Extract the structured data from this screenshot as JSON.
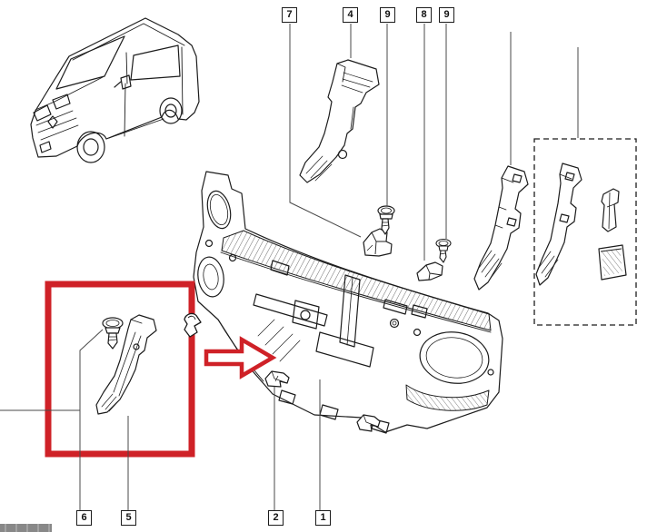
{
  "colors": {
    "background": "#ffffff",
    "line": "#1c1c1c",
    "leader": "#4a4a4a",
    "highlight_red": "#cf2127",
    "watermark_gray": "#8d8d8d"
  },
  "callouts": {
    "top": [
      {
        "label": "7"
      },
      {
        "label": "4"
      },
      {
        "label": "9"
      },
      {
        "label": "8"
      },
      {
        "label": "9"
      }
    ],
    "bottom": [
      {
        "label": "6"
      },
      {
        "label": "5"
      },
      {
        "label": "2"
      },
      {
        "label": "1"
      }
    ]
  },
  "illustrations": [
    {
      "name": "van-three-quarter-view"
    },
    {
      "name": "front-panel-assembly"
    },
    {
      "name": "upper-support-bracket"
    },
    {
      "name": "mounting-foot-clip-left"
    },
    {
      "name": "shoulder-screw-left"
    },
    {
      "name": "mounting-foot-clip-right"
    },
    {
      "name": "shoulder-screw-right"
    },
    {
      "name": "side-support-bracket"
    },
    {
      "name": "kit-side-bracket"
    },
    {
      "name": "kit-clip"
    },
    {
      "name": "kit-label"
    },
    {
      "name": "highlighted-screw"
    },
    {
      "name": "highlighted-side-bracket"
    },
    {
      "name": "small-clip-a"
    },
    {
      "name": "small-clip-b"
    },
    {
      "name": "small-clip-c"
    },
    {
      "name": "dashed-kit-box"
    },
    {
      "name": "red-highlight-box"
    },
    {
      "name": "red-direction-arrow"
    },
    {
      "name": "watermark-fragment"
    }
  ]
}
